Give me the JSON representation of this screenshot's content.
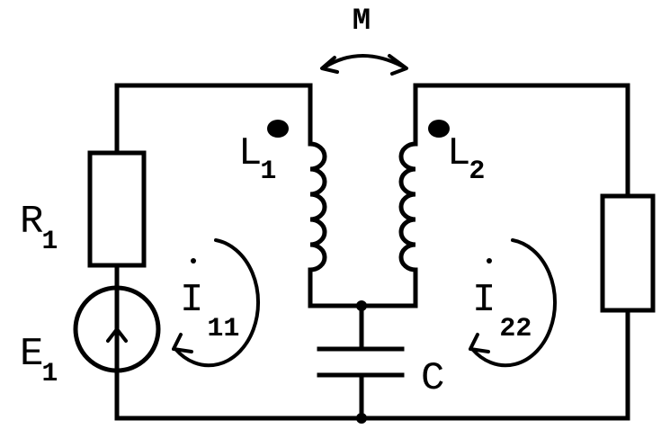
{
  "labels": {
    "mutual": "M",
    "L1": {
      "main": "L",
      "sub": "1"
    },
    "L2": {
      "main": "L",
      "sub": "2"
    },
    "R1": {
      "main": "R",
      "sub": "1"
    },
    "E1": {
      "main": "E",
      "sub": "1"
    },
    "I11": {
      "main": "I",
      "sub": "11"
    },
    "I22": {
      "main": "I",
      "sub": "22"
    },
    "C": "C"
  },
  "colors": {
    "ink": "#000000",
    "background": "#ffffff"
  }
}
